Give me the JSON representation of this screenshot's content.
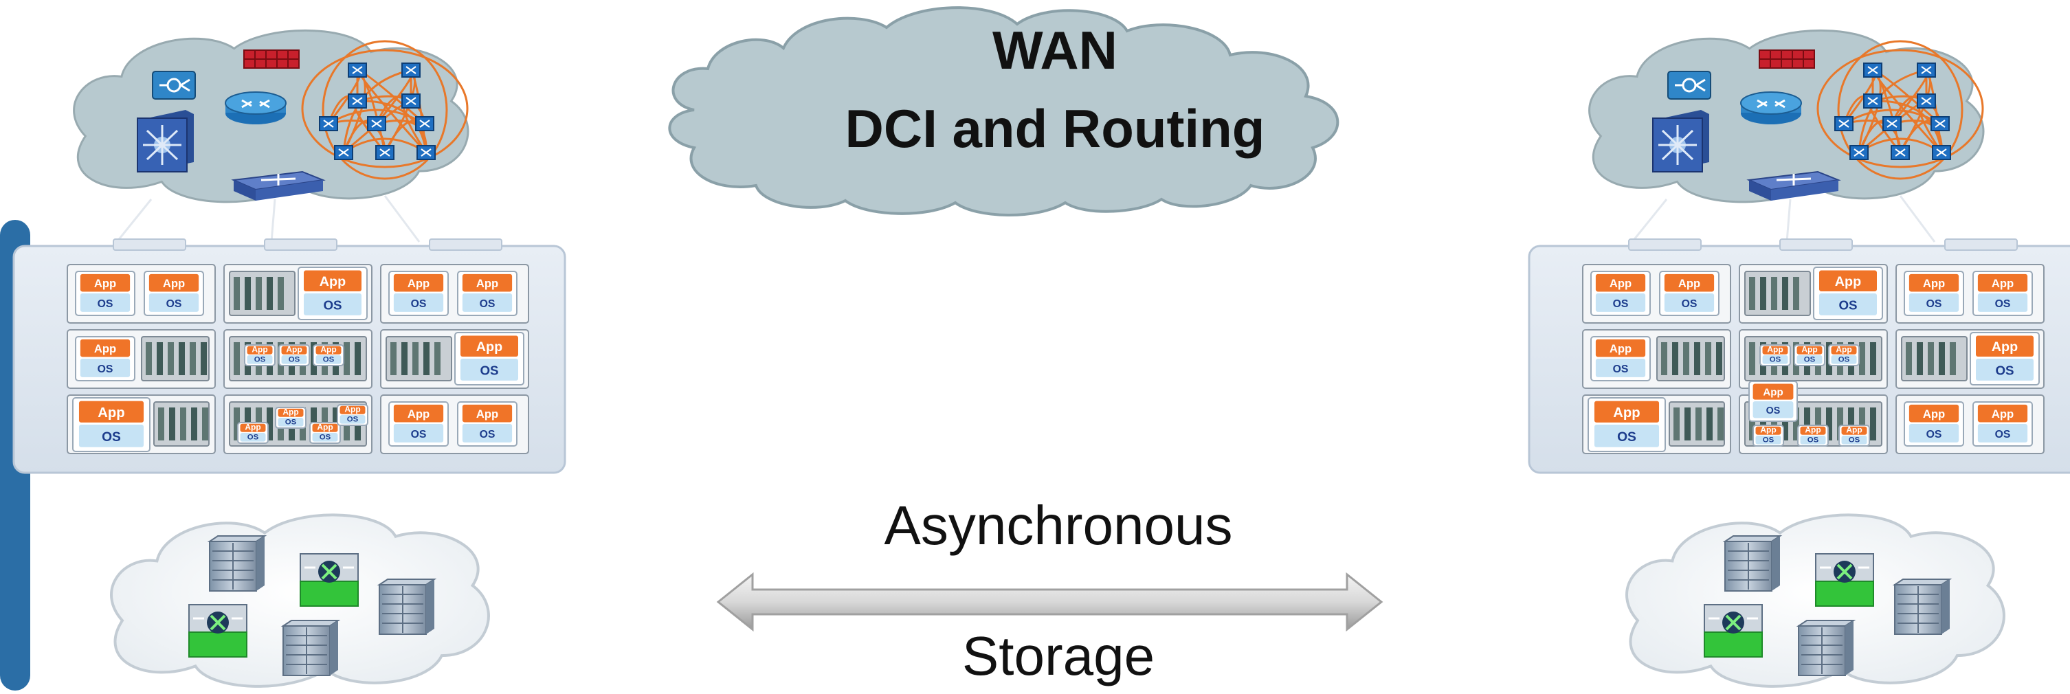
{
  "wan": {
    "title": "WAN",
    "subtitle": "DCI and Routing"
  },
  "link": {
    "top_label": "Asynchronous",
    "bottom_label": "Storage"
  },
  "vm": {
    "app": "App",
    "os": "OS"
  },
  "colors": {
    "cloud_fill": "#b7c9cf",
    "rack_panel": "#dfe6ef",
    "app_orange": "#f07428",
    "os_blue": "#c6e3f5",
    "cable_orange": "#e8782a",
    "storage_green": "#33c43a",
    "side_bar": "#2b6ea6"
  },
  "icons": [
    "firewall-icon",
    "load-balancer-icon",
    "router-icon",
    "core-switch-icon",
    "fabric-switch-icon",
    "storage-array-icon",
    "san-switch-icon"
  ]
}
